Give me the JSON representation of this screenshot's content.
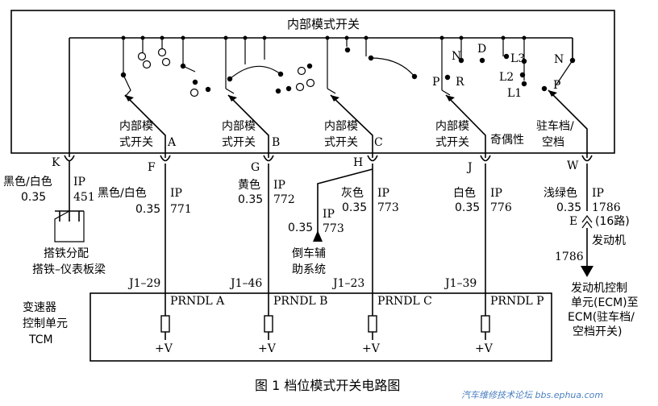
{
  "diagram": {
    "switch_title": "内部模式开关",
    "contacts": {
      "N1": "N",
      "D": "D",
      "L3": "L3",
      "L2": "L2",
      "L1": "L1",
      "P1": "P",
      "R": "R",
      "N2": "N",
      "P2": "P"
    },
    "switch_labels": {
      "A": {
        "l1": "内部模",
        "l2": "式开关",
        "letter": "A"
      },
      "B": {
        "l1": "内部模",
        "l2": "式开关",
        "letter": "B"
      },
      "C": {
        "l1": "内部模",
        "l2": "式开关",
        "letter": "C"
      },
      "parity": {
        "l1": "内部模",
        "l2": "式开关",
        "extra": "奇偶性"
      },
      "park": {
        "l1": "驻车档/",
        "l2": "空档"
      }
    },
    "pins": {
      "K": "K",
      "F": "F",
      "G": "G",
      "H": "H",
      "J": "J",
      "W": "W"
    },
    "wires": {
      "k": {
        "color": "黑色/白色",
        "size": "0.35",
        "ip": "IP",
        "num": "451"
      },
      "f": {
        "color": "黑色/白色",
        "size": "0.35",
        "ip": "IP",
        "num": "771"
      },
      "g": {
        "color": "黄色",
        "size": "0.35",
        "ip": "IP",
        "num": "772"
      },
      "h": {
        "color": "灰色",
        "size": "0.35",
        "ip": "IP",
        "num": "773"
      },
      "h2": {
        "size": "0.35",
        "ip": "IP",
        "num": "773"
      },
      "j": {
        "color": "白色",
        "size": "0.35",
        "ip": "IP",
        "num": "776"
      },
      "w": {
        "color": "浅绿色",
        "size": "0.35",
        "ip": "IP",
        "num": "1786",
        "e": "E",
        "e2": "(16路)",
        "num2": "1786"
      }
    },
    "ground": {
      "l1": "搭铁分配",
      "l2": "搭铁–仪表板梁"
    },
    "reverse": {
      "l1": "倒车辅",
      "l2": "助系统"
    },
    "engine": "发动机",
    "ecm": {
      "l1": "发动机控制",
      "l2": "单元(ECM)至",
      "l3": "ECM(驻车档/",
      "l4": "空档开关)"
    },
    "tcm": {
      "l1": "变速器",
      "l2": "控制单元",
      "l3": "TCM",
      "terms": [
        "J1–29",
        "J1–46",
        "J1–23",
        "J1–39"
      ],
      "prndl": [
        "PRNDL A",
        "PRNDL B",
        "PRNDL C",
        "PRNDL P"
      ],
      "supply": "+V"
    },
    "caption": "图 1  档位模式开关电路图",
    "watermark": "汽车维修技术论坛 bbs.ephua.com"
  }
}
